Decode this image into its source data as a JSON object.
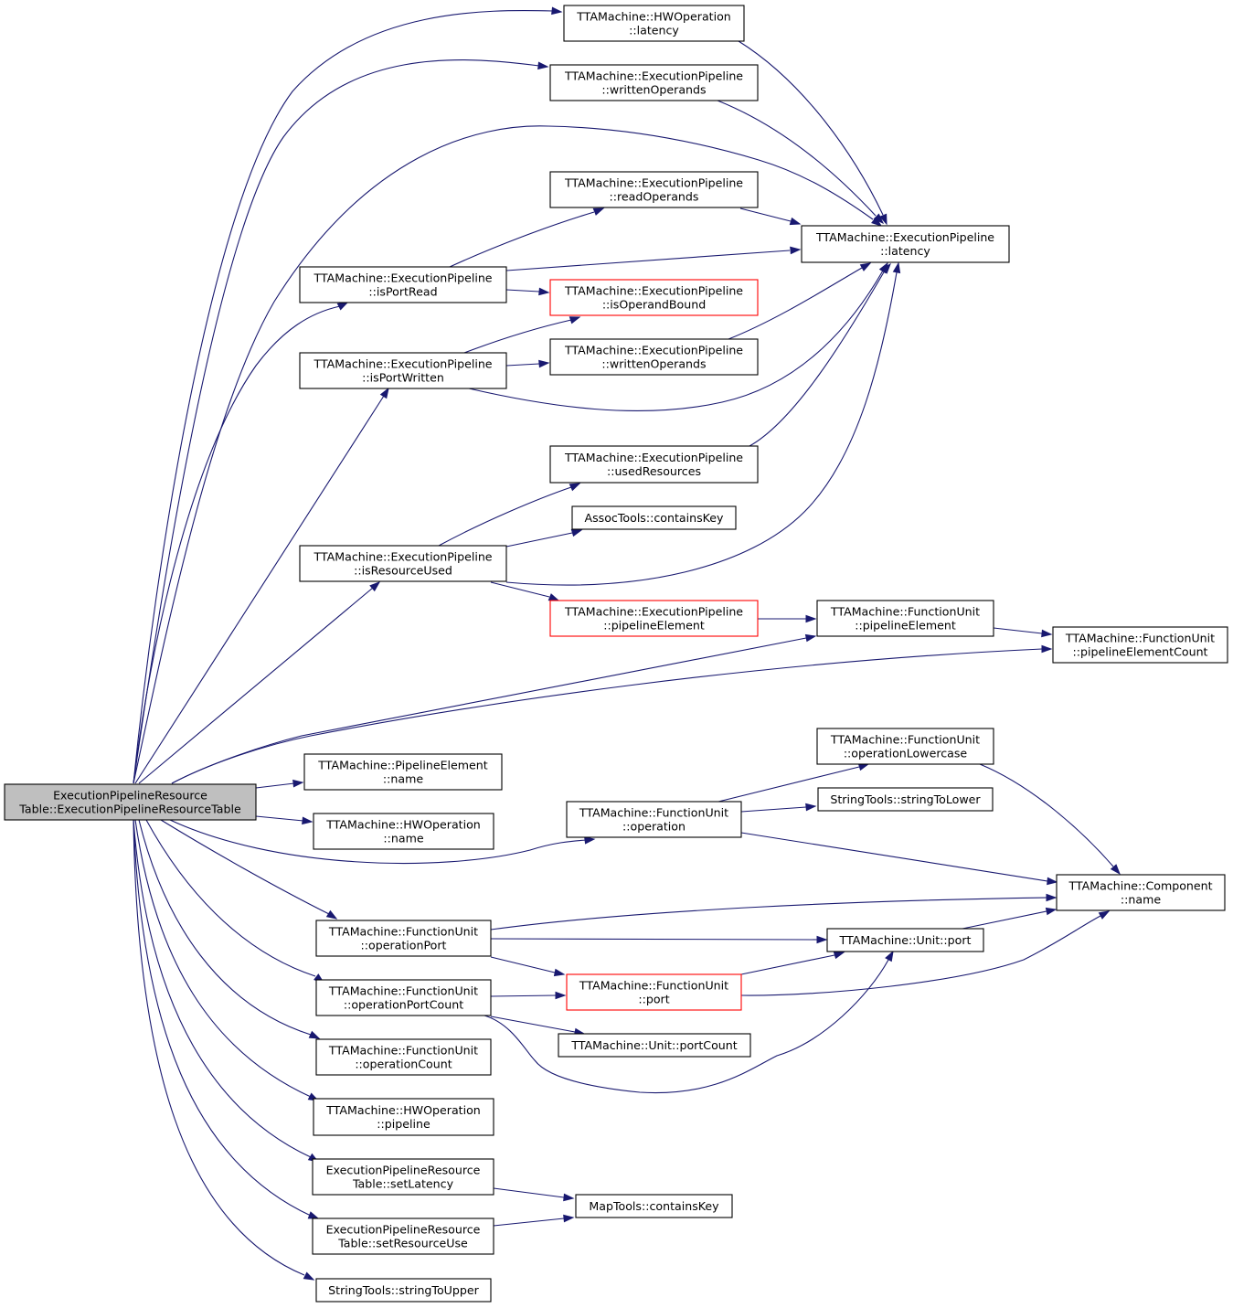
{
  "colors": {
    "edge": "#191970",
    "node_border": "#000000",
    "node_border_incomplete": "#ff0000",
    "root_fill": "#bfbfbf",
    "node_fill": "#ffffff"
  },
  "nodes": [
    {
      "id": "root",
      "lines": [
        "ExecutionPipelineResource",
        "Table::ExecutionPipelineResourceTable"
      ],
      "style": "root"
    },
    {
      "id": "hwop_latency",
      "lines": [
        "TTAMachine::HWOperation",
        "::latency"
      ],
      "style": "normal"
    },
    {
      "id": "ep_writtenOperands_top",
      "lines": [
        "TTAMachine::ExecutionPipeline",
        "::writtenOperands"
      ],
      "style": "normal"
    },
    {
      "id": "ep_readOperands",
      "lines": [
        "TTAMachine::ExecutionPipeline",
        "::readOperands"
      ],
      "style": "normal"
    },
    {
      "id": "ep_latency",
      "lines": [
        "TTAMachine::ExecutionPipeline",
        "::latency"
      ],
      "style": "normal"
    },
    {
      "id": "ep_isPortRead",
      "lines": [
        "TTAMachine::ExecutionPipeline",
        "::isPortRead"
      ],
      "style": "normal"
    },
    {
      "id": "ep_isOperandBound",
      "lines": [
        "TTAMachine::ExecutionPipeline",
        "::isOperandBound"
      ],
      "style": "incomplete"
    },
    {
      "id": "ep_isPortWritten",
      "lines": [
        "TTAMachine::ExecutionPipeline",
        "::isPortWritten"
      ],
      "style": "normal"
    },
    {
      "id": "ep_writtenOperands_mid",
      "lines": [
        "TTAMachine::ExecutionPipeline",
        "::writtenOperands"
      ],
      "style": "normal"
    },
    {
      "id": "ep_usedResources",
      "lines": [
        "TTAMachine::ExecutionPipeline",
        "::usedResources"
      ],
      "style": "normal"
    },
    {
      "id": "assoc_containsKey",
      "lines": [
        "AssocTools::containsKey"
      ],
      "style": "normal"
    },
    {
      "id": "ep_isResourceUsed",
      "lines": [
        "TTAMachine::ExecutionPipeline",
        "::isResourceUsed"
      ],
      "style": "normal"
    },
    {
      "id": "ep_pipelineElement",
      "lines": [
        "TTAMachine::ExecutionPipeline",
        "::pipelineElement"
      ],
      "style": "incomplete"
    },
    {
      "id": "fu_pipelineElement",
      "lines": [
        "TTAMachine::FunctionUnit",
        "::pipelineElement"
      ],
      "style": "normal"
    },
    {
      "id": "fu_pipelineElementCount",
      "lines": [
        "TTAMachine::FunctionUnit",
        "::pipelineElementCount"
      ],
      "style": "normal"
    },
    {
      "id": "fu_operationLowercase",
      "lines": [
        "TTAMachine::FunctionUnit",
        "::operationLowercase"
      ],
      "style": "normal"
    },
    {
      "id": "pe_name",
      "lines": [
        "TTAMachine::PipelineElement",
        "::name"
      ],
      "style": "normal"
    },
    {
      "id": "string_toLower",
      "lines": [
        "StringTools::stringToLower"
      ],
      "style": "normal"
    },
    {
      "id": "fu_operation",
      "lines": [
        "TTAMachine::FunctionUnit",
        "::operation"
      ],
      "style": "normal"
    },
    {
      "id": "hwop_name",
      "lines": [
        "TTAMachine::HWOperation",
        "::name"
      ],
      "style": "normal"
    },
    {
      "id": "component_name",
      "lines": [
        "TTAMachine::Component",
        "::name"
      ],
      "style": "normal"
    },
    {
      "id": "fu_operationPort",
      "lines": [
        "TTAMachine::FunctionUnit",
        "::operationPort"
      ],
      "style": "normal"
    },
    {
      "id": "unit_port",
      "lines": [
        "TTAMachine::Unit::port"
      ],
      "style": "normal"
    },
    {
      "id": "fu_operationPortCount",
      "lines": [
        "TTAMachine::FunctionUnit",
        "::operationPortCount"
      ],
      "style": "normal"
    },
    {
      "id": "fu_port",
      "lines": [
        "TTAMachine::FunctionUnit",
        "::port"
      ],
      "style": "incomplete"
    },
    {
      "id": "unit_portCount",
      "lines": [
        "TTAMachine::Unit::portCount"
      ],
      "style": "normal"
    },
    {
      "id": "fu_operationCount",
      "lines": [
        "TTAMachine::FunctionUnit",
        "::operationCount"
      ],
      "style": "normal"
    },
    {
      "id": "hwop_pipeline",
      "lines": [
        "TTAMachine::HWOperation",
        "::pipeline"
      ],
      "style": "normal"
    },
    {
      "id": "eprt_setLatency",
      "lines": [
        "ExecutionPipelineResource",
        "Table::setLatency"
      ],
      "style": "normal"
    },
    {
      "id": "map_containsKey",
      "lines": [
        "MapTools::containsKey"
      ],
      "style": "normal"
    },
    {
      "id": "eprt_setResourceUse",
      "lines": [
        "ExecutionPipelineResource",
        "Table::setResourceUse"
      ],
      "style": "normal"
    },
    {
      "id": "string_toUpper",
      "lines": [
        "StringTools::stringToUpper"
      ],
      "style": "normal"
    }
  ],
  "edges": [
    {
      "from": "root",
      "to": "hwop_latency"
    },
    {
      "from": "root",
      "to": "ep_writtenOperands_top"
    },
    {
      "from": "root",
      "to": "ep_latency"
    },
    {
      "from": "root",
      "to": "ep_isPortRead"
    },
    {
      "from": "root",
      "to": "ep_isPortWritten"
    },
    {
      "from": "root",
      "to": "ep_isResourceUsed"
    },
    {
      "from": "root",
      "to": "fu_pipelineElement"
    },
    {
      "from": "root",
      "to": "fu_pipelineElementCount"
    },
    {
      "from": "root",
      "to": "pe_name"
    },
    {
      "from": "root",
      "to": "hwop_name"
    },
    {
      "from": "root",
      "to": "fu_operation"
    },
    {
      "from": "root",
      "to": "fu_operationPort"
    },
    {
      "from": "root",
      "to": "fu_operationPortCount"
    },
    {
      "from": "root",
      "to": "fu_operationCount"
    },
    {
      "from": "root",
      "to": "hwop_pipeline"
    },
    {
      "from": "root",
      "to": "eprt_setLatency"
    },
    {
      "from": "root",
      "to": "eprt_setResourceUse"
    },
    {
      "from": "root",
      "to": "string_toUpper"
    },
    {
      "from": "hwop_latency",
      "to": "ep_latency"
    },
    {
      "from": "ep_writtenOperands_top",
      "to": "ep_latency"
    },
    {
      "from": "ep_readOperands",
      "to": "ep_latency"
    },
    {
      "from": "ep_isPortRead",
      "to": "ep_readOperands"
    },
    {
      "from": "ep_isPortRead",
      "to": "ep_latency"
    },
    {
      "from": "ep_isPortRead",
      "to": "ep_isOperandBound"
    },
    {
      "from": "ep_isPortWritten",
      "to": "ep_isOperandBound"
    },
    {
      "from": "ep_isPortWritten",
      "to": "ep_writtenOperands_mid"
    },
    {
      "from": "ep_isPortWritten",
      "to": "ep_latency"
    },
    {
      "from": "ep_writtenOperands_mid",
      "to": "ep_latency"
    },
    {
      "from": "ep_usedResources",
      "to": "ep_latency"
    },
    {
      "from": "ep_isResourceUsed",
      "to": "ep_usedResources"
    },
    {
      "from": "ep_isResourceUsed",
      "to": "assoc_containsKey"
    },
    {
      "from": "ep_isResourceUsed",
      "to": "ep_latency"
    },
    {
      "from": "ep_isResourceUsed",
      "to": "ep_pipelineElement"
    },
    {
      "from": "ep_pipelineElement",
      "to": "fu_pipelineElement"
    },
    {
      "from": "fu_pipelineElement",
      "to": "fu_pipelineElementCount"
    },
    {
      "from": "fu_operation",
      "to": "fu_operationLowercase"
    },
    {
      "from": "fu_operation",
      "to": "string_toLower"
    },
    {
      "from": "fu_operation",
      "to": "component_name"
    },
    {
      "from": "fu_operationLowercase",
      "to": "component_name"
    },
    {
      "from": "fu_operationPort",
      "to": "component_name"
    },
    {
      "from": "fu_operationPort",
      "to": "unit_port"
    },
    {
      "from": "fu_operationPort",
      "to": "fu_port"
    },
    {
      "from": "unit_port",
      "to": "component_name"
    },
    {
      "from": "fu_port",
      "to": "unit_port"
    },
    {
      "from": "fu_port",
      "to": "component_name"
    },
    {
      "from": "fu_operationPortCount",
      "to": "fu_port"
    },
    {
      "from": "fu_operationPortCount",
      "to": "unit_portCount"
    },
    {
      "from": "fu_operationPortCount",
      "to": "unit_port"
    },
    {
      "from": "eprt_setLatency",
      "to": "map_containsKey"
    },
    {
      "from": "eprt_setResourceUse",
      "to": "map_containsKey"
    }
  ]
}
